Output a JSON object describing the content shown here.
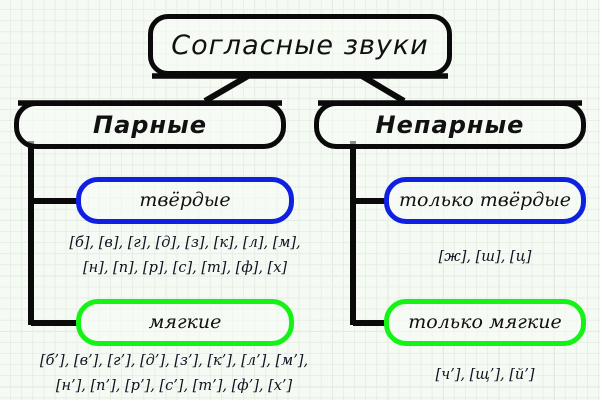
{
  "diagram": {
    "title": "Согласные звуки",
    "background": {
      "paper": "#f6faf4",
      "grid_minor": "#e6efe4",
      "grid_major": "#d6e4d4"
    },
    "colors": {
      "outline_black": "#0a0a0a",
      "hard_blue": "#1020e0",
      "soft_green": "#15f215",
      "text": "#111111"
    }
  },
  "root": {
    "label": "Согласные звуки"
  },
  "branches": {
    "paired": {
      "label": "Парные",
      "hard": {
        "label": "твёрдые",
        "letters_line1": "[б], [в], [г], [д], [з], [к], [л], [м],",
        "letters_line2": "[н], [п], [р], [с], [т], [ф], [х]"
      },
      "soft": {
        "label": "мягкие",
        "letters_line1": "[б’], [в’], [г’], [д’], [з’], [к’], [л’], [м’],",
        "letters_line2": "[н’], [п’], [р’], [с’], [т’], [ф’], [х’]"
      }
    },
    "unpaired": {
      "label": "Непарные",
      "hard": {
        "label": "только твёрдые",
        "letters_line1": "[ж], [ш], [ц]"
      },
      "soft": {
        "label": "только мягкие",
        "letters_line1": "[ч’], [щ’], [й’]"
      }
    }
  }
}
